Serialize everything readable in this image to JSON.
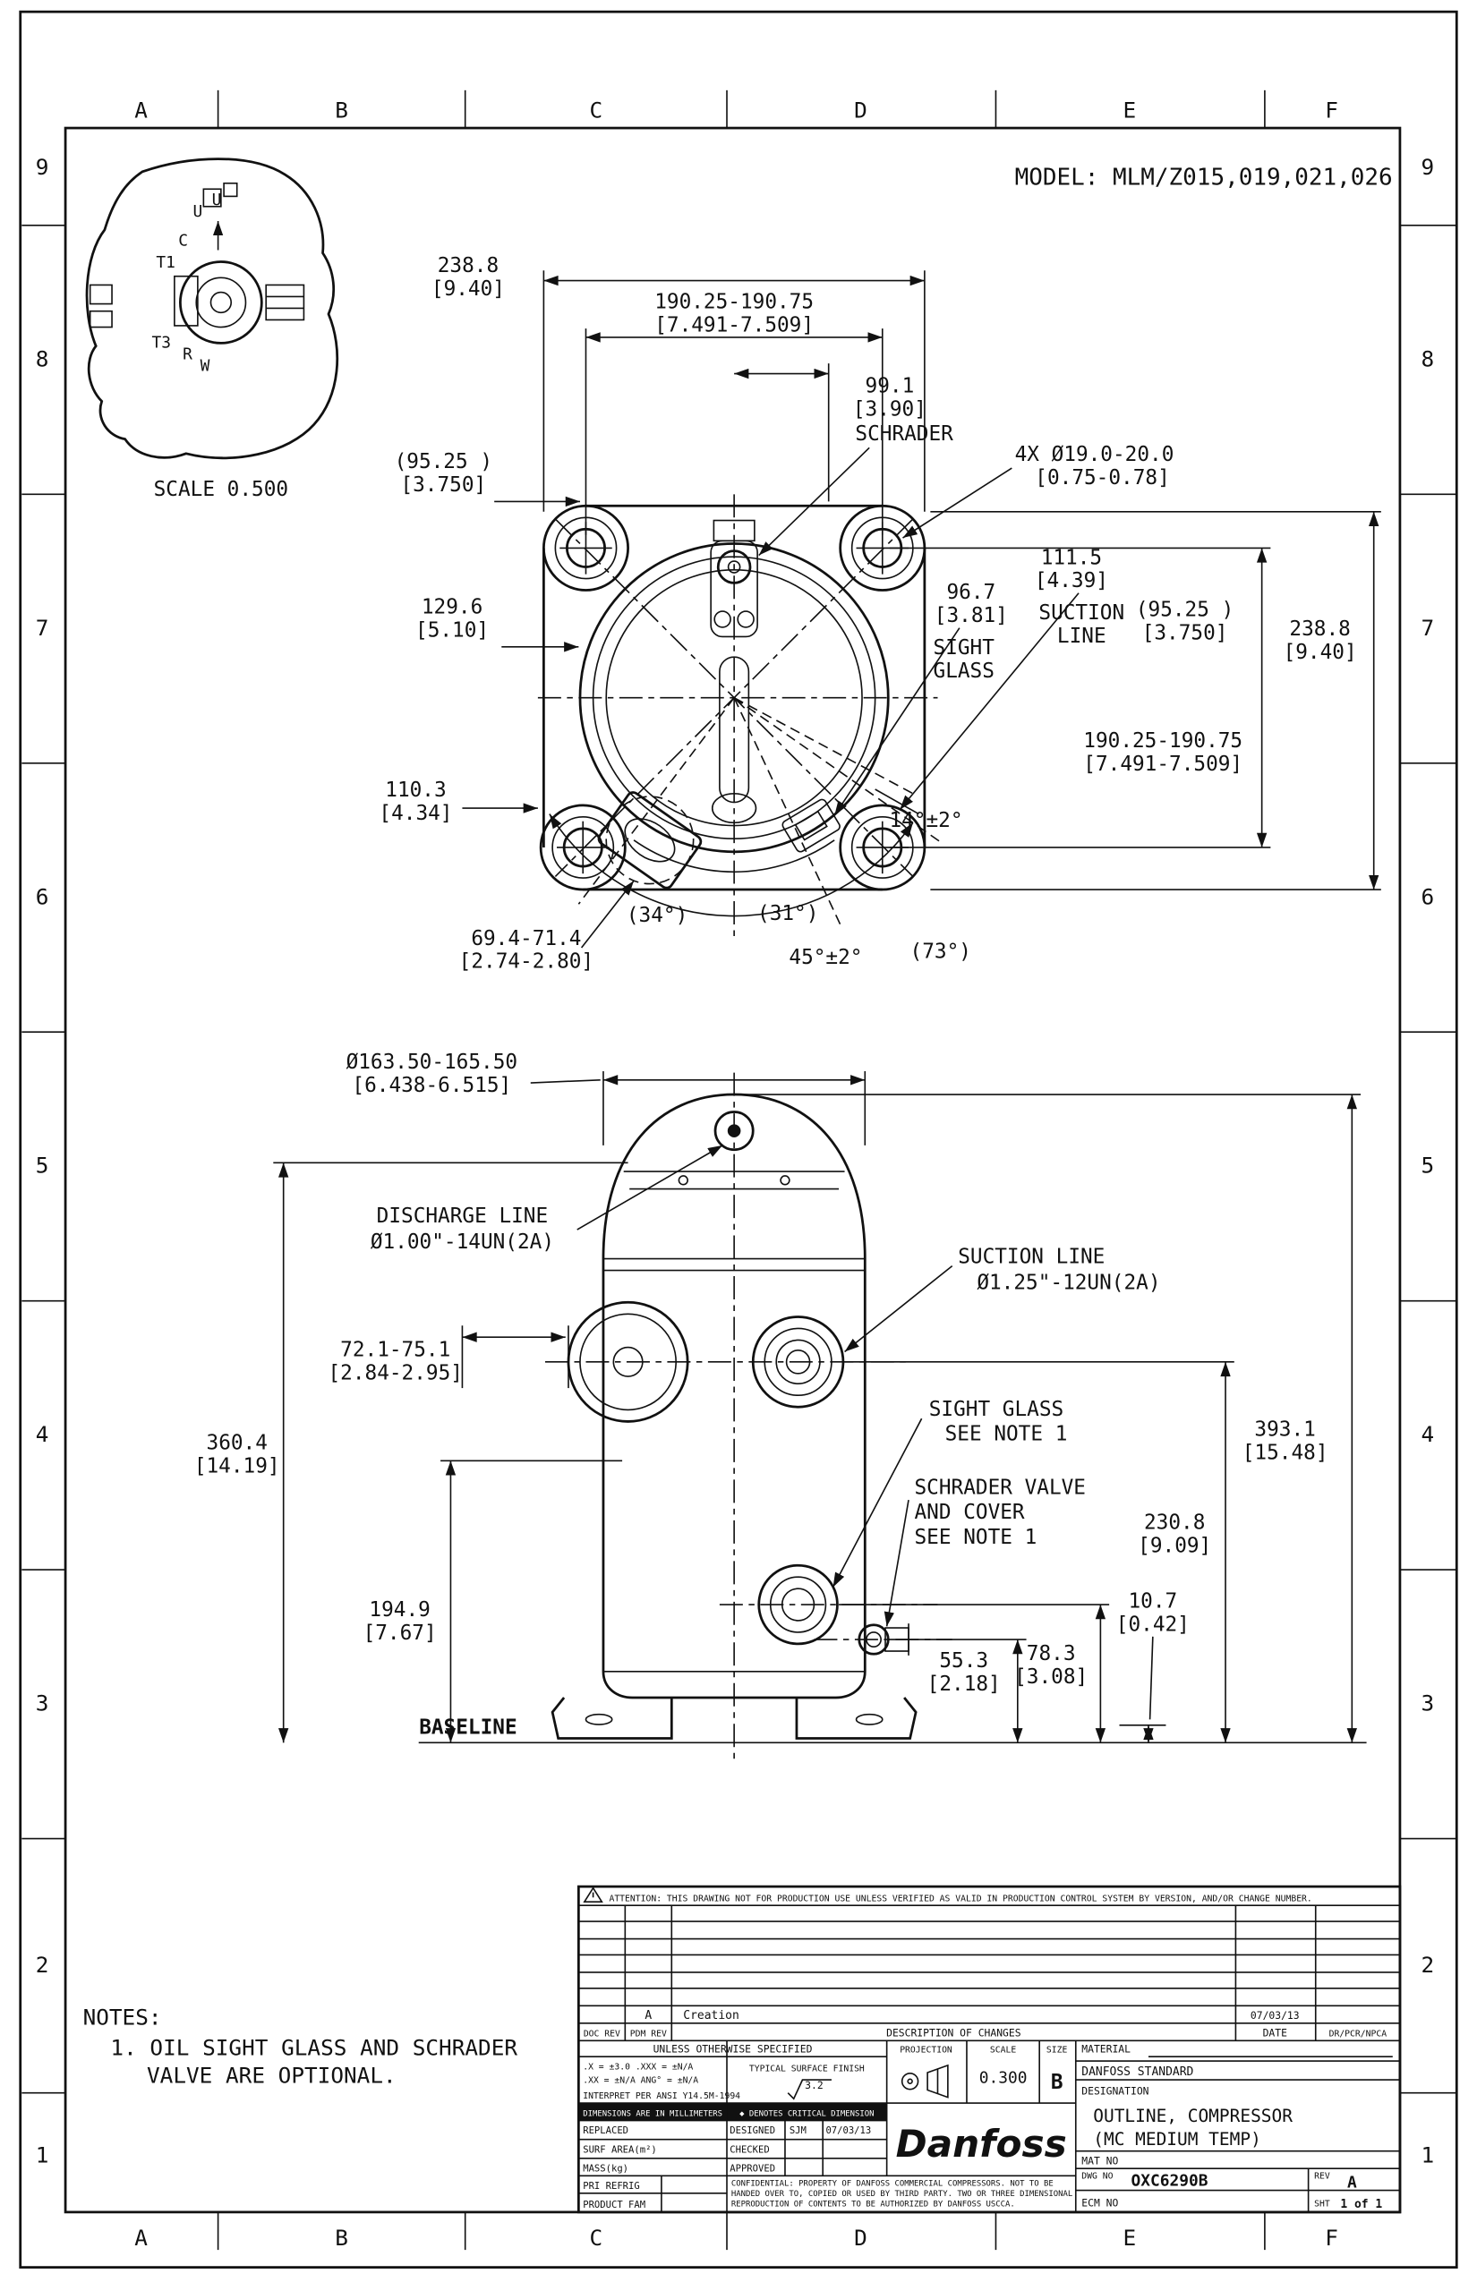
{
  "brand": {
    "name": "Danfoss",
    "red": "#E2231A"
  },
  "header": {
    "model": "MODEL: MLM/Z015,019,021,026"
  },
  "grid": {
    "cols": [
      "A",
      "B",
      "C",
      "D",
      "E",
      "F"
    ],
    "rows": [
      "9",
      "8",
      "7",
      "6",
      "5",
      "4",
      "3",
      "2",
      "1"
    ]
  },
  "terminal_view": {
    "labels": [
      "U",
      "U",
      "C",
      "T1",
      "T3",
      "R",
      "W"
    ],
    "scale_note": "SCALE  0.500"
  },
  "top_view": {
    "d238_top": {
      "mm": "238.8",
      "in": "[9.40]"
    },
    "d190_top": {
      "mm": "190.25-190.75",
      "in": "[7.491-7.509]"
    },
    "d99": {
      "mm": "99.1",
      "in": "[3.90]",
      "note": "SCHRADER"
    },
    "d4x": {
      "mm": "4X Ø19.0-20.0",
      "in": "[0.75-0.78]"
    },
    "d95_left": {
      "mm": "(95.25 )",
      "in": "[3.750]"
    },
    "d111": {
      "mm": "111.5",
      "in": "[4.39]"
    },
    "d96": {
      "mm": "96.7",
      "in": "[3.81]"
    },
    "suction_label": {
      "l1": "SUCTION",
      "l2": "LINE"
    },
    "d95_right": {
      "mm": "(95.25 )",
      "in": "[3.750]"
    },
    "sight_label": {
      "l1": "SIGHT",
      "l2": "GLASS"
    },
    "d238_right": {
      "mm": "238.8",
      "in": "[9.40]"
    },
    "d129": {
      "mm": "129.6",
      "in": "[5.10]"
    },
    "d190_right": {
      "mm": "190.25-190.75",
      "in": "[7.491-7.509]"
    },
    "d110": {
      "mm": "110.3",
      "in": "[4.34]"
    },
    "a14": "14°±2°",
    "a34": "(34°)",
    "a31": "(31°)",
    "d69": {
      "mm": "69.4-71.4",
      "in": "[2.74-2.80]"
    },
    "a45": "45°±2°",
    "a73": "(73°)"
  },
  "side_view": {
    "d163": {
      "mm": "Ø163.50-165.50",
      "in": "[6.438-6.515]"
    },
    "discharge": {
      "l1": "DISCHARGE LINE",
      "l2": "Ø1.00\"-14UN(2A)"
    },
    "suction": {
      "l1": "SUCTION LINE",
      "l2": "Ø1.25\"-12UN(2A)"
    },
    "d72": {
      "mm": "72.1-75.1",
      "in": "[2.84-2.95]"
    },
    "d360": {
      "mm": "360.4",
      "in": "[14.19]"
    },
    "sight": {
      "l1": "SIGHT GLASS",
      "l2": "SEE NOTE 1"
    },
    "d393": {
      "mm": "393.1",
      "in": "[15.48]"
    },
    "schrader": {
      "l1": "SCHRADER VALVE",
      "l2": "AND COVER",
      "l3": "SEE NOTE 1"
    },
    "d230": {
      "mm": "230.8",
      "in": "[9.09]"
    },
    "d194": {
      "mm": "194.9",
      "in": "[7.67]"
    },
    "d10": {
      "mm": "10.7",
      "in": "[0.42]"
    },
    "d55": {
      "mm": "55.3",
      "in": "[2.18]"
    },
    "d78": {
      "mm": "78.3",
      "in": "[3.08]"
    },
    "baseline": "BASELINE"
  },
  "notes": {
    "title": "NOTES:",
    "line1": "1. OIL SIGHT GLASS AND SCHRADER",
    "line2": "VALVE ARE OPTIONAL."
  },
  "title_block": {
    "attention": "ATTENTION: THIS DRAWING NOT FOR PRODUCTION USE UNLESS VERIFIED AS VALID IN PRODUCTION CONTROL SYSTEM BY VERSION, AND/OR CHANGE NUMBER.",
    "revision": {
      "pdm_rev": "A",
      "description": "Creation",
      "date": "07/03/13"
    },
    "history_headers": {
      "doc_rev": "DOC REV",
      "pdm_rev": "PDM REV",
      "description": "DESCRIPTION OF CHANGES",
      "date": "DATE",
      "dr": "DR/PCR/NPCA"
    },
    "tolerance": {
      "title": "UNLESS OTHERWISE SPECIFIED",
      "line1": ".X = ±3.0   .XXX = ±N/A",
      "line2": ".XX = ±N/A  ANG° = ±N/A",
      "line3": "INTERPRET PER ANSI Y14.5M-1994"
    },
    "surface_finish": {
      "label": "TYPICAL SURFACE FINISH",
      "value": "3.2"
    },
    "projection_label": "PROJECTION",
    "scale": {
      "label": "SCALE",
      "value": "0.300"
    },
    "size": {
      "label": "SIZE",
      "value": "B"
    },
    "material_label": "MATERIAL",
    "standard": "DANFOSS STANDARD",
    "designation": {
      "label": "DESIGNATION",
      "line1": "OUTLINE, COMPRESSOR",
      "line2": "(MC MEDIUM TEMP)"
    },
    "dims_note": "DIMENSIONS ARE IN MILLIMETERS",
    "critical_note": "◆ DENOTES CRITICAL DIMENSION",
    "replaced_label": "REPLACED",
    "designed": {
      "label": "DESIGNED",
      "value": "SJM",
      "date": "07/03/13"
    },
    "surf_area_label": "SURF AREA(m²)",
    "checked_label": "CHECKED",
    "mass_label": "MASS(kg)",
    "approved_label": "APPROVED",
    "pri_refrig_label": "PRI REFRIG",
    "product_fam_label": "PRODUCT FAM",
    "confidential": {
      "line1": "CONFIDENTIAL: PROPERTY OF DANFOSS COMMERCIAL COMPRESSORS. NOT TO BE",
      "line2": "HANDED OVER TO, COPIED OR USED BY THIRD PARTY. TWO OR THREE DIMENSIONAL",
      "line3": "REPRODUCTION OF CONTENTS TO BE AUTHORIZED BY DANFOSS USCCA."
    },
    "mat_no_label": "MAT NO",
    "dwg": {
      "label": "DWG NO",
      "value": "OXC6290B"
    },
    "rev": {
      "label": "REV",
      "value": "A"
    },
    "ecm_label": "ECM NO",
    "sheet": {
      "label": "SHT",
      "value": "1 of 1"
    },
    "logo_text": "Danfoss"
  }
}
